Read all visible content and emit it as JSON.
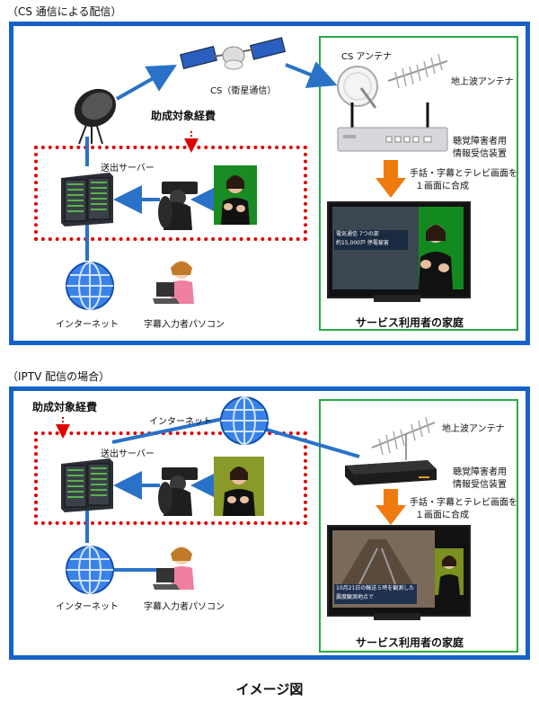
{
  "cs": {
    "section_title": "（CS 通信による配信）",
    "satellite_label": "CS（衛星通信）",
    "cs_antenna_label": "CS アンテナ",
    "terrestrial_antenna_label": "地上波アンテナ",
    "subsidy_label": "助成対象経費",
    "server_label": "送出サーバー",
    "receiver_label_1": "聴覚障害者用",
    "receiver_label_2": "情報受信装置",
    "compose_label_1": "手話・字幕とテレビ画面を",
    "compose_label_2": "１画面に合成",
    "internet_label": "インターネット",
    "pc_label": "字幕入力者パソコン",
    "home_label": "サービス利用者の家庭",
    "tv_caption_1": "電気通信 7つの部",
    "tv_caption_2": "約15,000戸 停電被害"
  },
  "iptv": {
    "section_title": "（IPTV 配信の場合）",
    "subsidy_label": "助成対象経費",
    "internet_label_top": "インターネット",
    "server_label": "送出サーバー",
    "terrestrial_antenna_label": "地上波アンテナ",
    "receiver_label_1": "聴覚障害者用",
    "receiver_label_2": "情報受信装置",
    "compose_label_1": "手話・字幕とテレビ画面を",
    "compose_label_2": "１画面に合成",
    "internet_label_bottom": "インターネット",
    "pc_label": "字幕入力者パソコン",
    "home_label": "サービス利用者の家庭",
    "tv_caption_1": "10月21日の輸送５時を観測した",
    "tv_caption_2": "震度観測地点で"
  },
  "footer": {
    "caption": "イメージ図"
  },
  "colors": {
    "frame_blue": "#1462c8",
    "home_green": "#2aa84a",
    "subsidy_red": "#e00000",
    "arrow_orange": "#f07a10"
  }
}
